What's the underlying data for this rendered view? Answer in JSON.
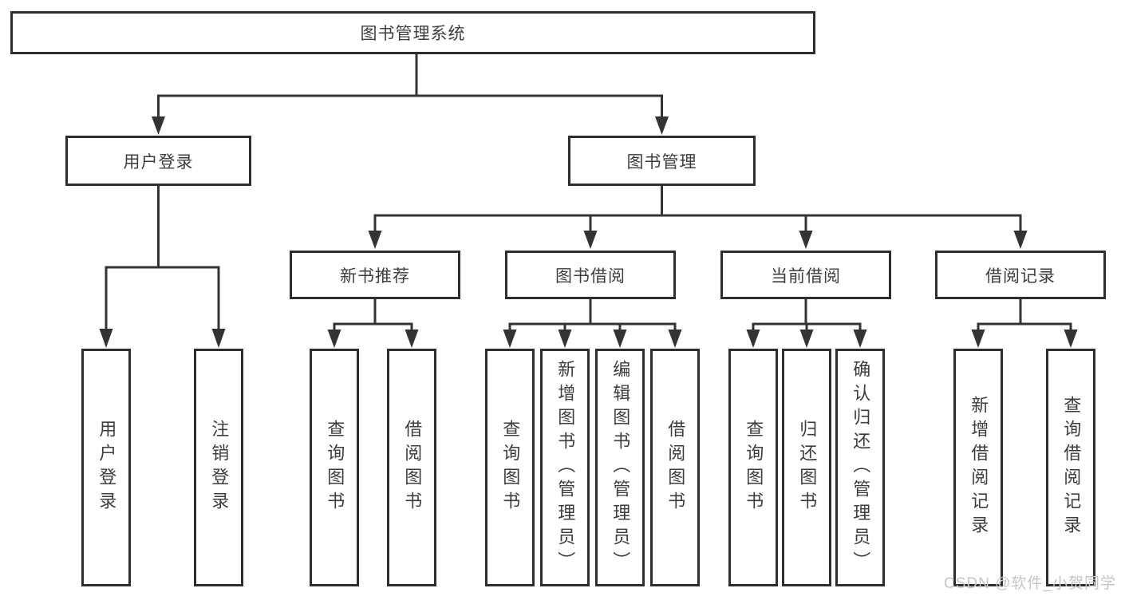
{
  "diagram": {
    "root": {
      "label": "图书管理系统",
      "children": [
        {
          "label": "用户登录",
          "children": [
            {
              "label": "用户登录"
            },
            {
              "label": "注销登录"
            }
          ]
        },
        {
          "label": "图书管理",
          "children": [
            {
              "label": "新书推荐",
              "children": [
                {
                  "label": "查询图书"
                },
                {
                  "label": "借阅图书"
                }
              ]
            },
            {
              "label": "图书借阅",
              "children": [
                {
                  "label": "查询图书"
                },
                {
                  "label": "新增图书（管理员）"
                },
                {
                  "label": "编辑图书（管理员）"
                },
                {
                  "label": "借阅图书"
                }
              ]
            },
            {
              "label": "当前借阅",
              "children": [
                {
                  "label": "查询图书"
                },
                {
                  "label": "归还图书"
                },
                {
                  "label": "确认归还（管理员）"
                }
              ]
            },
            {
              "label": "借阅记录",
              "children": [
                {
                  "label": "新增借阅记录"
                },
                {
                  "label": "查询借阅记录"
                }
              ]
            }
          ]
        }
      ]
    }
  },
  "watermark": {
    "text": "CSDN @软件_小贺同学"
  },
  "colors": {
    "line": "#333333",
    "box_border": "#2e2e2e",
    "text": "#3d3d3d",
    "watermark": "#c6c6c6",
    "background": "#ffffff"
  }
}
